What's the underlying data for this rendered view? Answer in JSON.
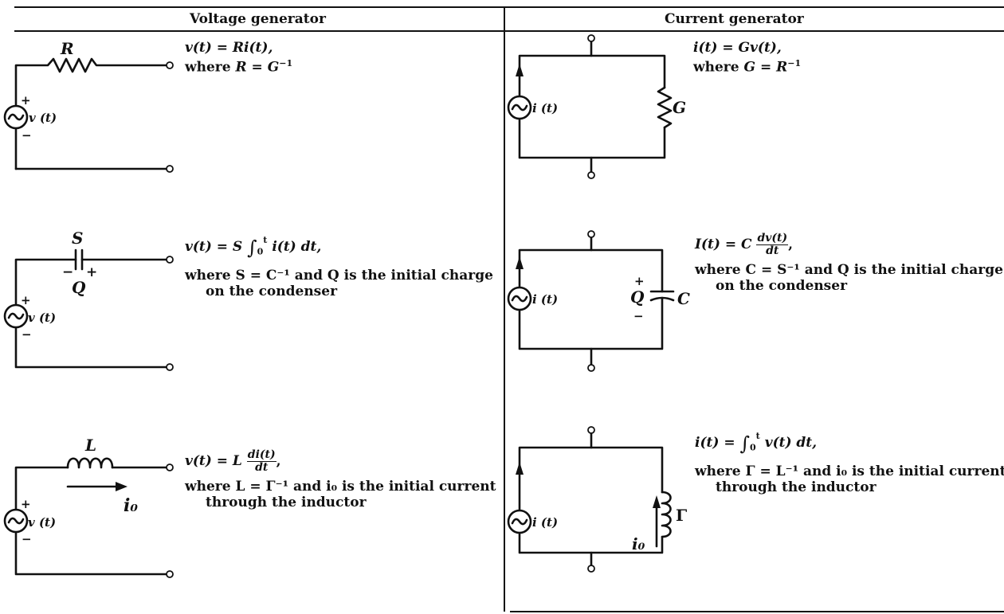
{
  "table": {
    "left_header": "Voltage generator",
    "right_header": "Current generator"
  },
  "rows": [
    {
      "element": "resistor",
      "left": {
        "label": "R",
        "source": "v (t)",
        "eq_lhs": "v(t)",
        "eq_rhs": "Ri(t),",
        "where": "R = G",
        "where_sup": "−1"
      },
      "right": {
        "label": "G",
        "source": "i (t)",
        "eq_lhs": "i(t)",
        "eq_rhs": "Gv(t),",
        "where": "G = R",
        "where_sup": "−1"
      }
    },
    {
      "element": "capacitor",
      "left": {
        "label_top": "S",
        "label_bottom": "Q",
        "source": "v (t)",
        "eq_lhs": "v(t)",
        "eq_rhs_coef": "S",
        "integral_upper": "t",
        "integral_lower": "0",
        "integrand": "i(t) dt,",
        "where": "where S = C⁻¹ and Q is the initial charge",
        "where_2": "on the condenser"
      },
      "right": {
        "label_left": "Q",
        "label_right": "C",
        "source": "i (t)",
        "eq_lhs": "I(t)",
        "eq_rhs_coef": "C",
        "frac_num": "dv(t)",
        "frac_den": "dt",
        "where": "where C = S⁻¹ and Q is the initial charge",
        "where_2": "on the condenser"
      }
    },
    {
      "element": "inductor",
      "left": {
        "label_top": "L",
        "label_current": "i₀",
        "source": "v (t)",
        "eq_lhs": "v(t)",
        "eq_rhs_coef": "L",
        "frac_num": "di(t)",
        "frac_den": "dt",
        "where": "where L = Γ⁻¹ and i₀ is the initial current",
        "where_2": "through the inductor"
      },
      "right": {
        "label_gamma": "Γ",
        "label_current": "i₀",
        "source": "i (t)",
        "eq_lhs": "i(t)",
        "integral_upper": "t",
        "integral_lower": "0",
        "integrand": "v(t) dt,",
        "where": "where Γ = L⁻¹ and i₀ is the initial current",
        "where_2": "through the inductor"
      }
    }
  ]
}
